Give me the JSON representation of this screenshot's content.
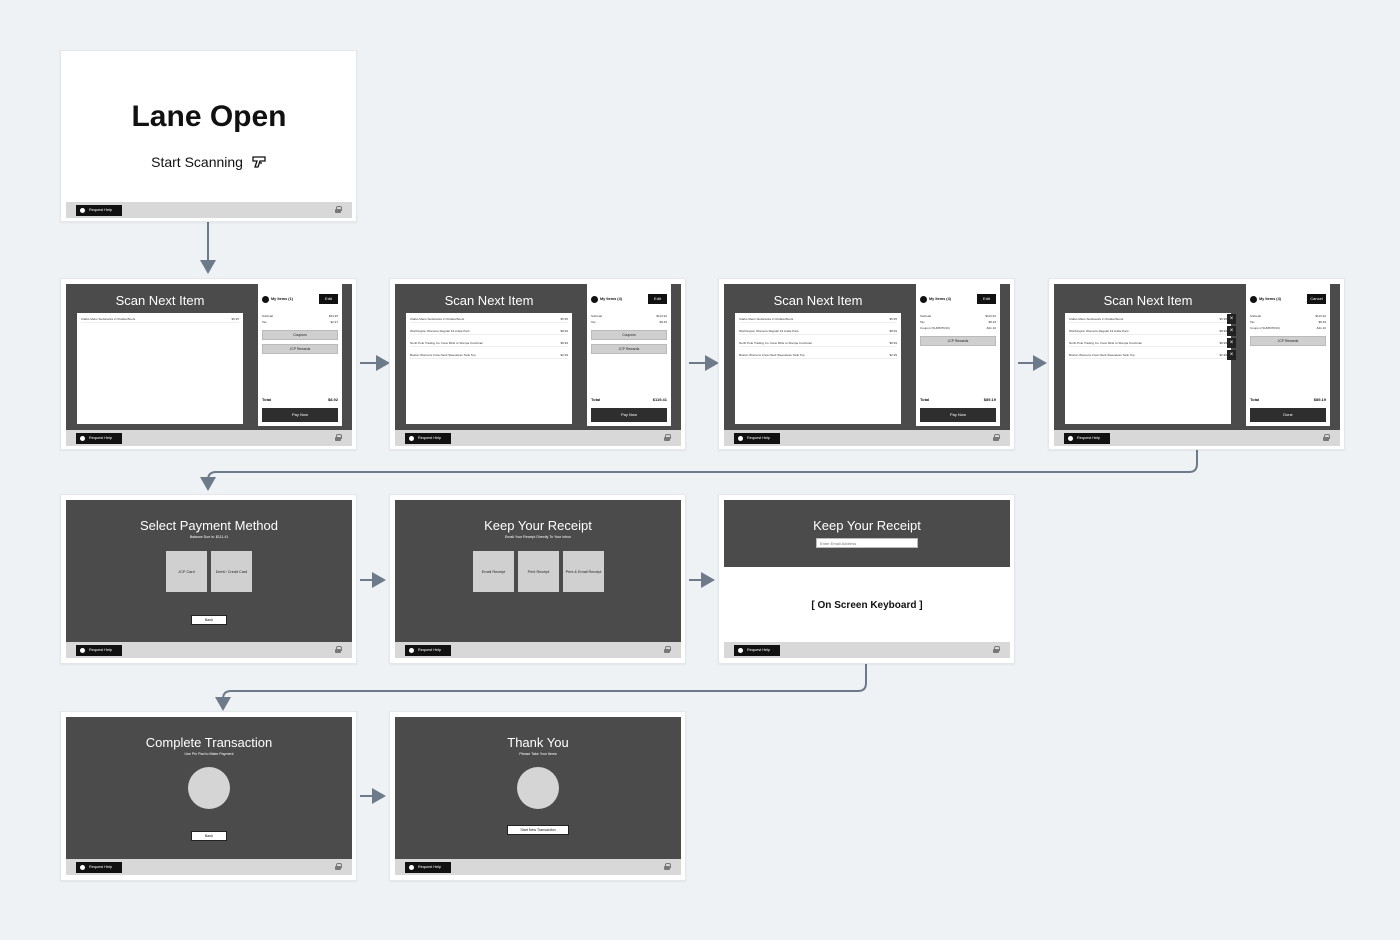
{
  "common": {
    "help_label": "Request Help"
  },
  "lane_open": {
    "title": "Lane Open",
    "subtitle": "Start Scanning"
  },
  "scan_screens": [
    {
      "title": "Scan Next Item",
      "my_items": "My Items (1)",
      "action": "Edit",
      "items": [
        {
          "name": "Clarks Mens Sudwrecks 2 Chukka Boots",
          "price": "$5.95"
        }
      ],
      "summary": [
        {
          "label": "Subtotal",
          "value": "$34.95"
        },
        {
          "label": "Tax",
          "value": "$2.97"
        }
      ],
      "buttons": [
        "Coupons",
        "JCP Rewards"
      ],
      "total_label": "Total",
      "total": "$8.92",
      "pay": "Pay Now",
      "delete_marks": false
    },
    {
      "title": "Scan Next Item",
      "my_items": "My Items (4)",
      "action": "Edit",
      "items": [
        {
          "name": "Clarks Mens Sudwrecks 2 Chukka Boots",
          "price": "$5.95"
        },
        {
          "name": "Worthington Womens Regular Fit Ankle Pant",
          "price": "$8.99"
        },
        {
          "name": "North Pole Trading Co. Faux Mink to Sherpa Comforter",
          "price": "$8.99"
        },
        {
          "name": "Boston Womens Crew Neck Sleeveless Tank Top",
          "price": "$2.99"
        }
      ],
      "summary": [
        {
          "label": "Subtotal",
          "value": "$110.92"
        },
        {
          "label": "Tax",
          "value": "$8.49"
        }
      ],
      "buttons": [
        "Coupons",
        "JCP Rewards"
      ],
      "total_label": "Total",
      "total": "$119.41",
      "pay": "Pay Now",
      "delete_marks": false
    },
    {
      "title": "Scan Next Item",
      "my_items": "My Items (4)",
      "action": "Edit",
      "items": [
        {
          "name": "Clarks Mens Sudwrecks 2 Chukka Boots",
          "price": "$5.95"
        },
        {
          "name": "Worthington Womens Regular Fit Ankle Pant",
          "price": "$8.99"
        },
        {
          "name": "North Pole Trading Co. Faux Mink to Sherpa Comforter",
          "price": "$8.99"
        },
        {
          "name": "Boston Womens Crew Neck Sleeveless Tank Top",
          "price": "$2.99"
        }
      ],
      "summary": [
        {
          "label": "Subtotal",
          "value": "$110.92"
        },
        {
          "label": "Tax",
          "value": "$8.49"
        },
        {
          "label": "Coupon (SUMMTR10)",
          "value": "-$11.10"
        }
      ],
      "buttons": [
        "JCP Rewards"
      ],
      "total_label": "Total",
      "total": "$89.19",
      "pay": "Pay Now",
      "delete_marks": false
    },
    {
      "title": "Scan Next Item",
      "my_items": "My Items (4)",
      "action": "Cancel",
      "items": [
        {
          "name": "Clarks Mens Sudwrecks 2 Chukka Boots",
          "price": "$5.95"
        },
        {
          "name": "Worthington Womens Regular Fit Ankle Pant",
          "price": "$8.99"
        },
        {
          "name": "North Pole Trading Co. Faux Mink to Sherpa Comforter",
          "price": "$8.99"
        },
        {
          "name": "Boston Womens Crew Neck Sleeveless Tank Top",
          "price": "$2.99"
        }
      ],
      "summary": [
        {
          "label": "Subtotal",
          "value": "$110.92"
        },
        {
          "label": "Tax",
          "value": "$8.49"
        },
        {
          "label": "Coupon (SUMMTR10)",
          "value": "-$11.10"
        }
      ],
      "buttons": [
        "JCP Rewards"
      ],
      "total_label": "Total",
      "total": "$89.19",
      "pay": "Done",
      "delete_marks": true
    }
  ],
  "payment": {
    "title": "Select Payment Method",
    "balance": "Balance Due is: $111.41",
    "options": [
      "JCP Card",
      "Debit / Credit Card"
    ],
    "back": "Back"
  },
  "receipt": {
    "title": "Keep Your Receipt",
    "subtitle": "Email Your Receipt Directly To Your Inbox",
    "options": [
      "Email Receipt",
      "Print Receipt",
      "Print & Email Receipt"
    ]
  },
  "receipt_email": {
    "title": "Keep Your Receipt",
    "placeholder": "Enter Email Address",
    "keyboard": "[ On Screen Keyboard ]"
  },
  "complete": {
    "title": "Complete Transaction",
    "subtitle": "Use Pin Pad to Make Payment",
    "back": "Back"
  },
  "thanks": {
    "title": "Thank You",
    "subtitle": "Please Take Your Items",
    "button": "Start New Transaction"
  }
}
